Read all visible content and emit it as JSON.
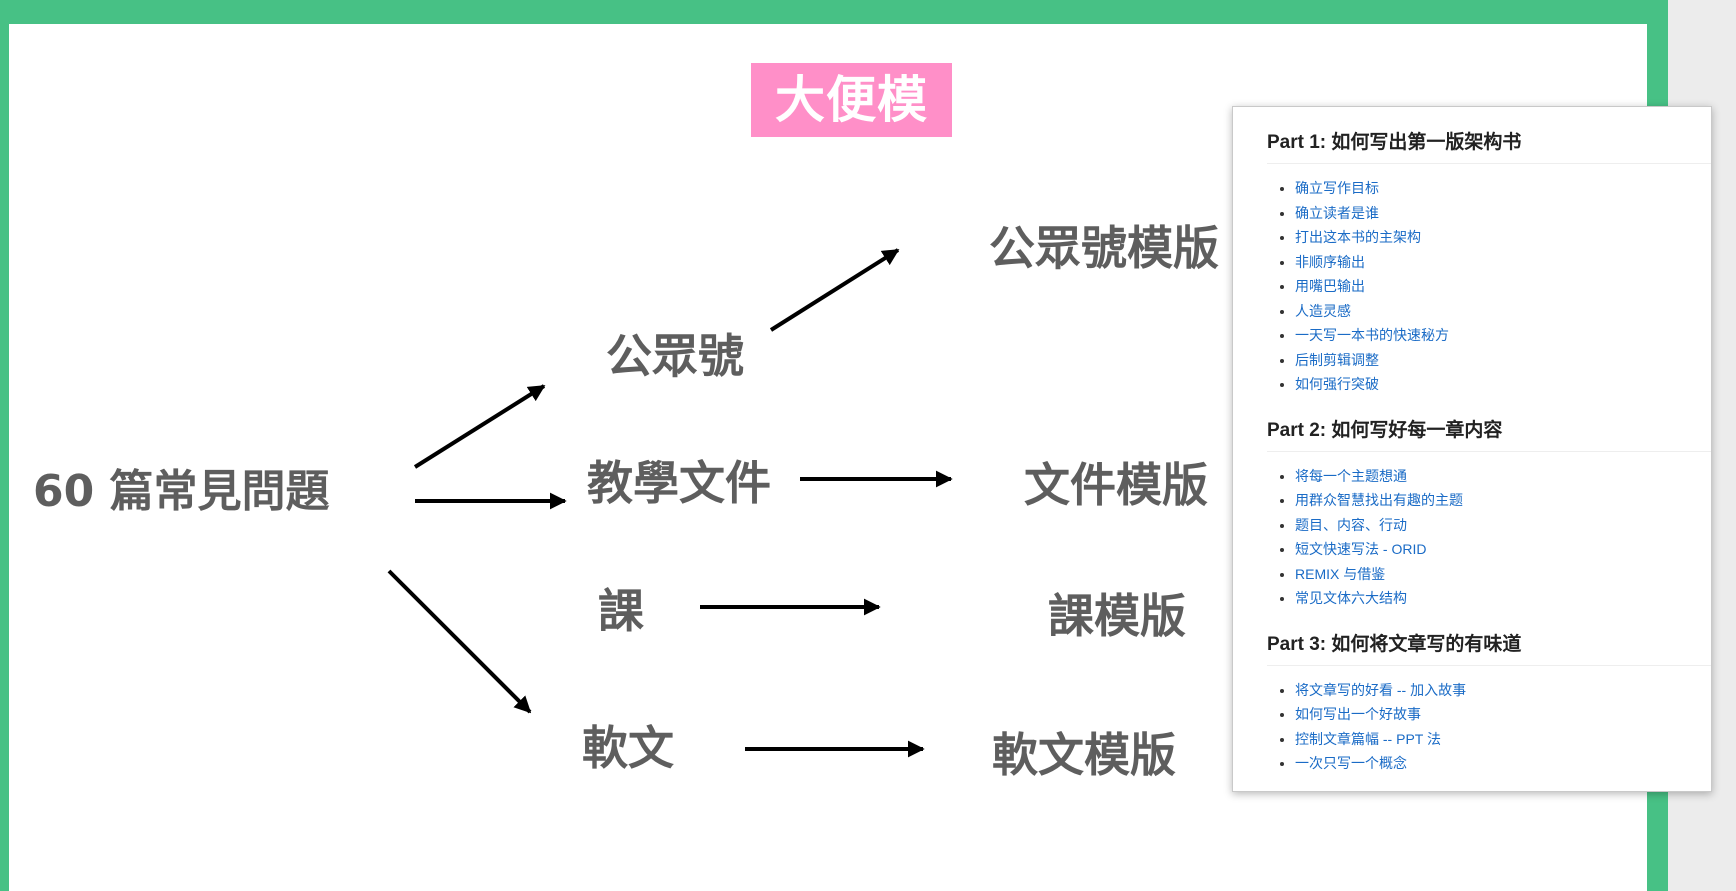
{
  "diagram": {
    "title": "大便模版",
    "source": "60 篇常見問題",
    "channels": [
      "公眾號",
      "教學文件",
      "課",
      "軟文"
    ],
    "templates": [
      "公眾號模版",
      "文件模版",
      "課模版",
      "軟文模版"
    ]
  },
  "toc": {
    "sections": [
      {
        "heading": "Part 1: 如何写出第一版架构书",
        "items": [
          "确立写作目标",
          "确立读者是谁",
          "打出这本书的主架构",
          "非顺序输出",
          "用嘴巴输出",
          "人造灵感",
          "一天写一本书的快速秘方",
          "后制剪辑调整",
          "如何强行突破"
        ]
      },
      {
        "heading": "Part 2: 如何写好每一章内容",
        "items": [
          "将每一个主题想通",
          "用群众智慧找出有趣的主题",
          "题目、内容、行动",
          "短文快速写法 - ORID",
          "REMIX 与借鉴",
          "常见文体六大结构"
        ]
      },
      {
        "heading": "Part 3: 如何将文章写的有味道",
        "items": [
          "将文章写的好看 -- 加入故事",
          "如何写出一个好故事",
          "控制文章篇幅 -- PPT 法",
          "一次只写一个概念"
        ]
      }
    ]
  }
}
